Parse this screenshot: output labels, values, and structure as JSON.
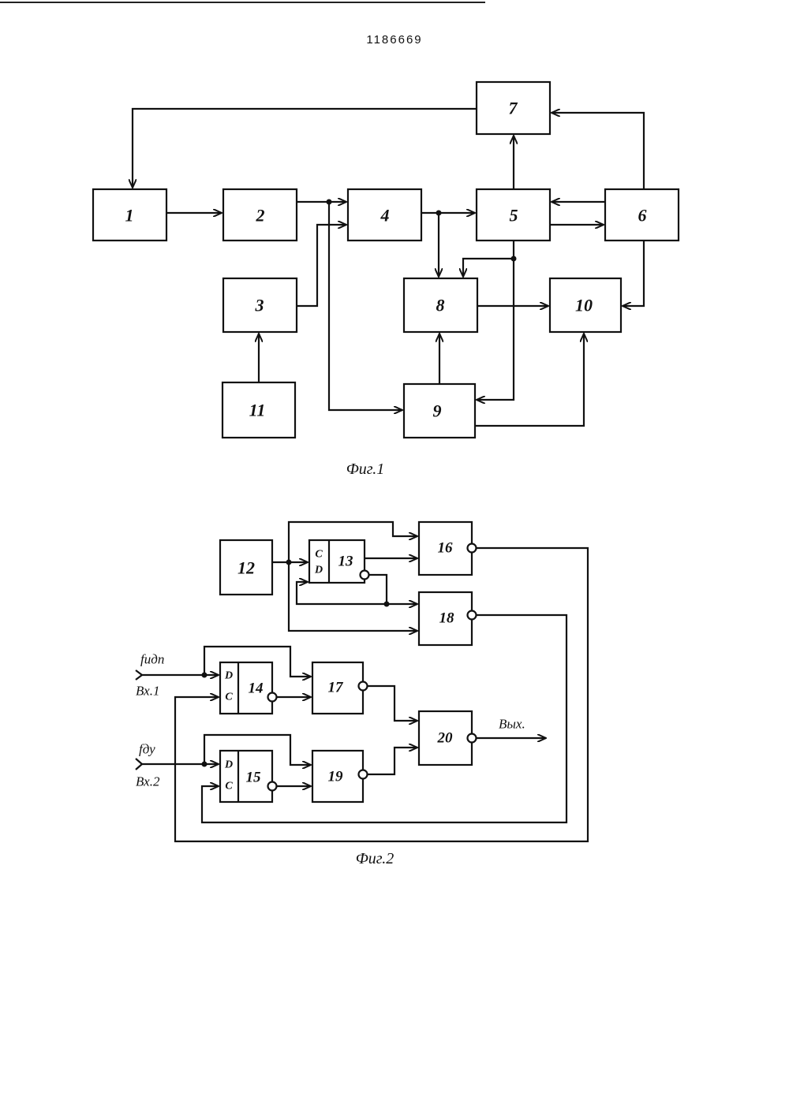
{
  "header": {
    "patent_number": "1186669"
  },
  "figure1": {
    "caption": "Фиг.1",
    "blocks": [
      {
        "id": "b1",
        "label": "1"
      },
      {
        "id": "b2",
        "label": "2"
      },
      {
        "id": "b3",
        "label": "3"
      },
      {
        "id": "b4",
        "label": "4"
      },
      {
        "id": "b5",
        "label": "5"
      },
      {
        "id": "b6",
        "label": "6"
      },
      {
        "id": "b7",
        "label": "7"
      },
      {
        "id": "b8",
        "label": "8"
      },
      {
        "id": "b9",
        "label": "9"
      },
      {
        "id": "b10",
        "label": "10"
      },
      {
        "id": "b11",
        "label": "11"
      }
    ]
  },
  "figure2": {
    "caption": "Фиг.2",
    "blocks": [
      {
        "id": "b12",
        "label": "12"
      },
      {
        "id": "b13",
        "label": "13"
      },
      {
        "id": "b14",
        "label": "14"
      },
      {
        "id": "b15",
        "label": "15"
      },
      {
        "id": "b16",
        "label": "16"
      },
      {
        "id": "b17",
        "label": "17"
      },
      {
        "id": "b18",
        "label": "18"
      },
      {
        "id": "b19",
        "label": "19"
      },
      {
        "id": "b20",
        "label": "20"
      }
    ],
    "pins": {
      "c": "C",
      "d": "D",
      "d_upper": "D",
      "c_upper": "C"
    },
    "inputs": {
      "in1_signal": "fидп",
      "in1_label": "Вх.1",
      "in2_signal": "fду",
      "in2_label": "Вх.2"
    },
    "output_label": "Вых."
  }
}
